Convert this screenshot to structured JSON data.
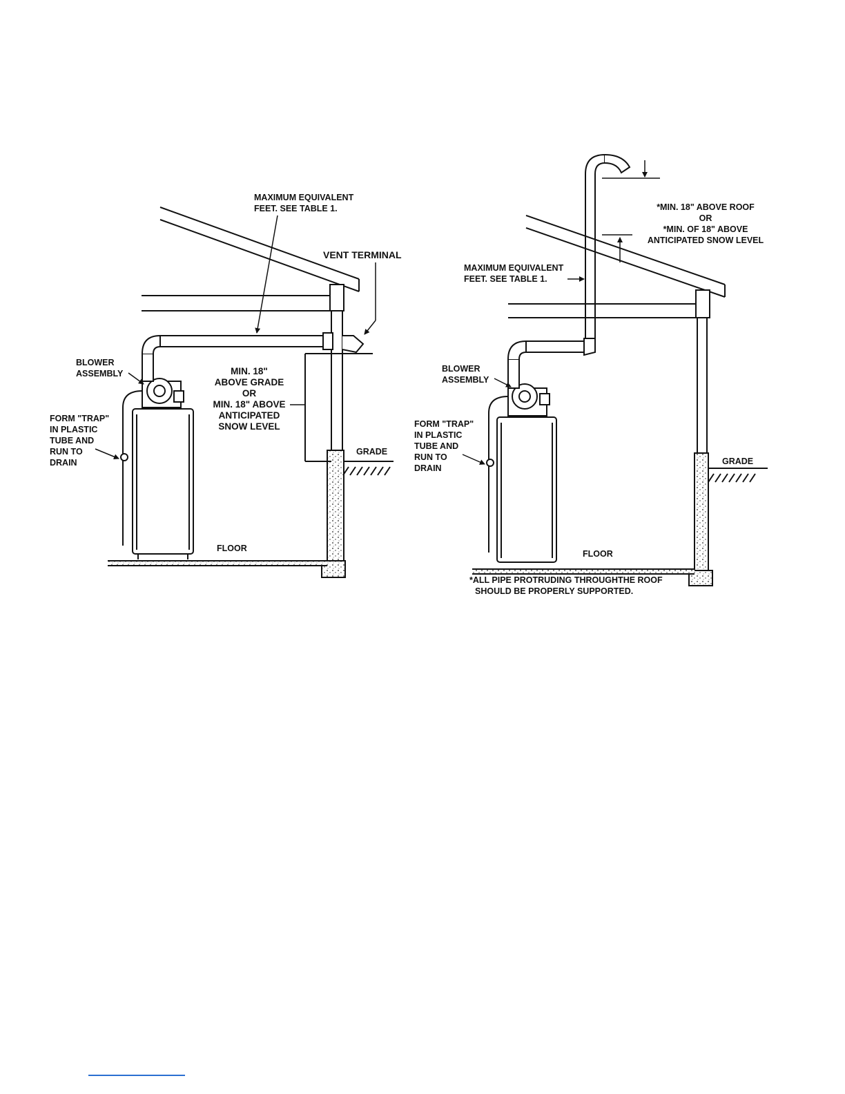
{
  "left_diagram": {
    "max_equivalent": [
      "MAXIMUM EQUIVALENT",
      "FEET. SEE TABLE 1."
    ],
    "vent_terminal": "VENT TERMINAL",
    "blower_assembly": [
      "BLOWER",
      "ASSEMBLY"
    ],
    "min_18": [
      "MIN. 18\"",
      "ABOVE GRADE",
      "OR",
      "MIN. 18\" ABOVE",
      "ANTICIPATED",
      "SNOW LEVEL"
    ],
    "form_trap": [
      "FORM \"TRAP\"",
      "IN PLASTIC",
      "TUBE AND",
      "RUN TO",
      "DRAIN"
    ],
    "grade": "GRADE",
    "floor": "FLOOR"
  },
  "right_diagram": {
    "min_roof": [
      "*MIN. 18\" ABOVE ROOF",
      "OR",
      "*MIN. OF 18\" ABOVE",
      "ANTICIPATED SNOW LEVEL"
    ],
    "max_equivalent": [
      "MAXIMUM EQUIVALENT",
      "FEET. SEE TABLE 1."
    ],
    "blower_assembly": [
      "BLOWER",
      "ASSEMBLY"
    ],
    "form_trap": [
      "FORM \"TRAP\"",
      "IN PLASTIC",
      "TUBE AND",
      "RUN TO",
      "DRAIN"
    ],
    "grade": "GRADE",
    "floor": "FLOOR",
    "footnote": [
      "*ALL PIPE PROTRUDING THROUGHTHE ROOF",
      "SHOULD BE PROPERLY SUPPORTED."
    ]
  }
}
